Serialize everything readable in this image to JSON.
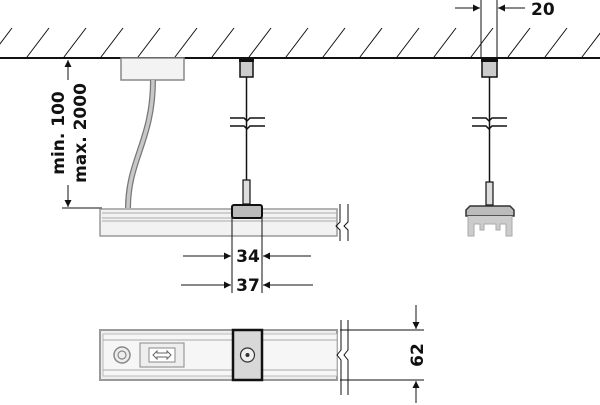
{
  "diagram": {
    "title": "Pendant mounting dimensions",
    "labels": {
      "height_min": "min. 100",
      "height_max": "max. 2000",
      "clip_width_inner": "34",
      "clip_width_outer": "37",
      "ceiling_cap_width": "20",
      "profile_height": "62"
    },
    "colors": {
      "line": "#111111",
      "profile_fill": "#f2f2f2",
      "profile_edge": "#9a9a9a",
      "cable": "#9e9e9e"
    }
  }
}
